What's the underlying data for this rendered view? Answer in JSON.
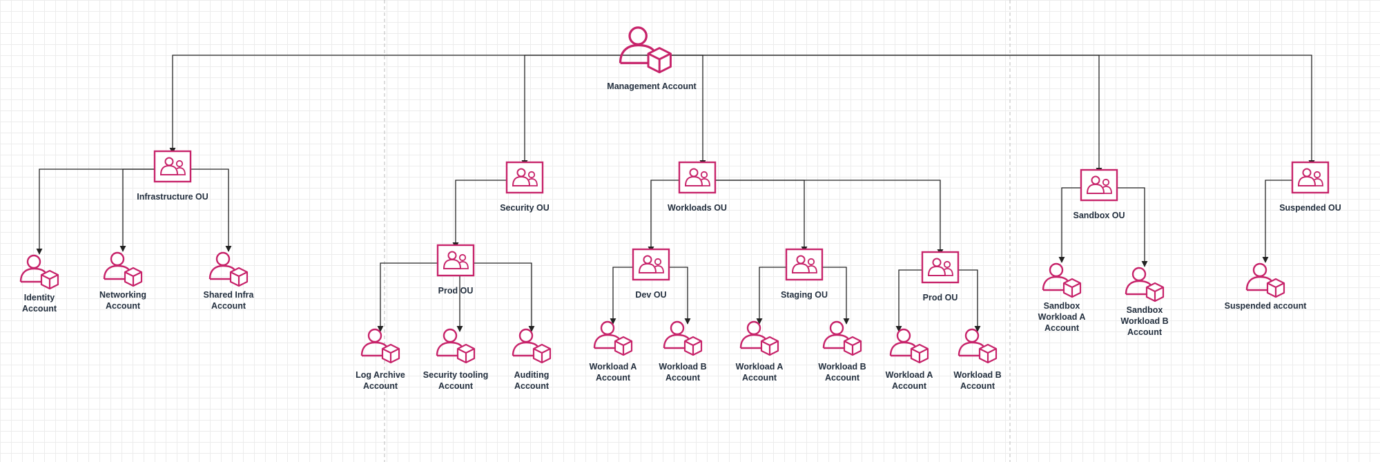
{
  "colors": {
    "icon": "#c7236a",
    "line": "#222222",
    "text": "#232f3e",
    "divider": "#bbbbbb"
  },
  "nodes": {
    "management": {
      "kind": "account",
      "icon": "account-icon",
      "label": [
        "Management Account"
      ]
    },
    "infra_ou": {
      "kind": "ou",
      "icon": "organizational-unit-icon",
      "label": [
        "Infrastructure OU"
      ]
    },
    "identity": {
      "kind": "account",
      "icon": "account-icon",
      "label": [
        "Identity",
        "Account"
      ]
    },
    "networking": {
      "kind": "account",
      "icon": "account-icon",
      "label": [
        "Networking",
        "Account"
      ]
    },
    "shared_infra": {
      "kind": "account",
      "icon": "account-icon",
      "label": [
        "Shared Infra",
        "Account"
      ]
    },
    "security_ou": {
      "kind": "ou",
      "icon": "organizational-unit-icon",
      "label": [
        "Security OU"
      ]
    },
    "sec_prod_ou": {
      "kind": "ou",
      "icon": "organizational-unit-icon",
      "label": [
        "Prod OU"
      ]
    },
    "log_archive": {
      "kind": "account",
      "icon": "account-icon",
      "label": [
        "Log Archive",
        "Account"
      ]
    },
    "sec_tooling": {
      "kind": "account",
      "icon": "account-icon",
      "label": [
        "Security tooling",
        "Account"
      ]
    },
    "auditing": {
      "kind": "account",
      "icon": "account-icon",
      "label": [
        "Auditing",
        "Account"
      ]
    },
    "workloads_ou": {
      "kind": "ou",
      "icon": "organizational-unit-icon",
      "label": [
        "Workloads OU"
      ]
    },
    "dev_ou": {
      "kind": "ou",
      "icon": "organizational-unit-icon",
      "label": [
        "Dev OU"
      ]
    },
    "dev_wa": {
      "kind": "account",
      "icon": "account-icon",
      "label": [
        "Workload A",
        "Account"
      ]
    },
    "dev_wb": {
      "kind": "account",
      "icon": "account-icon",
      "label": [
        "Workload B",
        "Account"
      ]
    },
    "staging_ou": {
      "kind": "ou",
      "icon": "organizational-unit-icon",
      "label": [
        "Staging OU"
      ]
    },
    "stg_wa": {
      "kind": "account",
      "icon": "account-icon",
      "label": [
        "Workload A",
        "Account"
      ]
    },
    "stg_wb": {
      "kind": "account",
      "icon": "account-icon",
      "label": [
        "Workload B",
        "Account"
      ]
    },
    "wl_prod_ou": {
      "kind": "ou",
      "icon": "organizational-unit-icon",
      "label": [
        "Prod OU"
      ]
    },
    "prd_wa": {
      "kind": "account",
      "icon": "account-icon",
      "label": [
        "Workload A",
        "Account"
      ]
    },
    "prd_wb": {
      "kind": "account",
      "icon": "account-icon",
      "label": [
        "Workload B",
        "Account"
      ]
    },
    "sandbox_ou": {
      "kind": "ou",
      "icon": "organizational-unit-icon",
      "label": [
        "Sandbox OU"
      ]
    },
    "sbx_wa": {
      "kind": "account",
      "icon": "account-icon",
      "label": [
        "Sandbox",
        "Workload A",
        "Account"
      ]
    },
    "sbx_wb": {
      "kind": "account",
      "icon": "account-icon",
      "label": [
        "Sandbox",
        "Workload B",
        "Account"
      ]
    },
    "suspended_ou": {
      "kind": "ou",
      "icon": "organizational-unit-icon",
      "label": [
        "Suspended OU"
      ]
    },
    "suspended_acct": {
      "kind": "account",
      "icon": "account-icon",
      "label": [
        "Suspended account"
      ]
    }
  },
  "edges": [
    [
      "management",
      "infra_ou"
    ],
    [
      "management",
      "security_ou"
    ],
    [
      "management",
      "workloads_ou"
    ],
    [
      "management",
      "sandbox_ou"
    ],
    [
      "management",
      "suspended_ou"
    ],
    [
      "infra_ou",
      "identity"
    ],
    [
      "infra_ou",
      "networking"
    ],
    [
      "infra_ou",
      "shared_infra"
    ],
    [
      "security_ou",
      "sec_prod_ou"
    ],
    [
      "sec_prod_ou",
      "log_archive"
    ],
    [
      "sec_prod_ou",
      "sec_tooling"
    ],
    [
      "sec_prod_ou",
      "auditing"
    ],
    [
      "workloads_ou",
      "dev_ou"
    ],
    [
      "workloads_ou",
      "staging_ou"
    ],
    [
      "workloads_ou",
      "wl_prod_ou"
    ],
    [
      "dev_ou",
      "dev_wa"
    ],
    [
      "dev_ou",
      "dev_wb"
    ],
    [
      "staging_ou",
      "stg_wa"
    ],
    [
      "staging_ou",
      "stg_wb"
    ],
    [
      "wl_prod_ou",
      "prd_wa"
    ],
    [
      "wl_prod_ou",
      "prd_wb"
    ],
    [
      "sandbox_ou",
      "sbx_wa"
    ],
    [
      "sandbox_ou",
      "sbx_wb"
    ],
    [
      "suspended_ou",
      "suspended_acct"
    ]
  ]
}
